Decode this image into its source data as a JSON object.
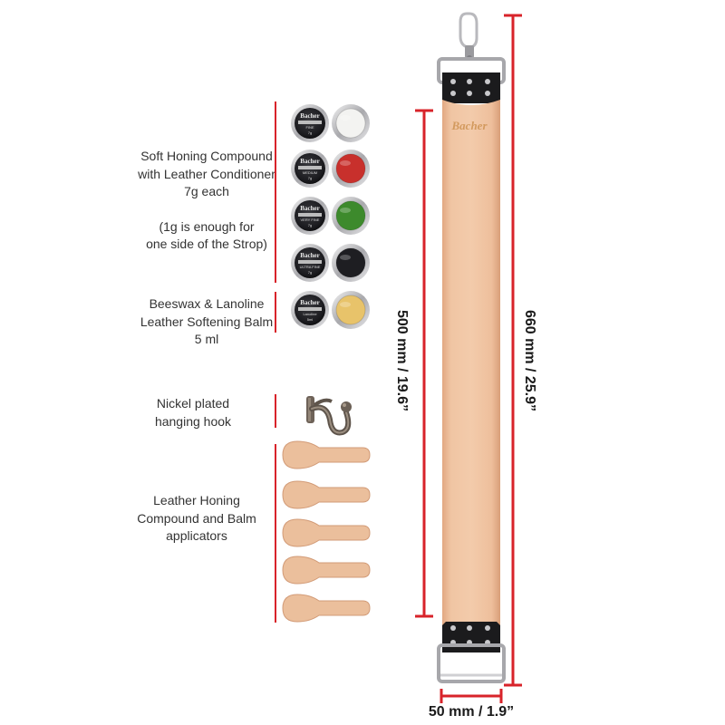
{
  "labels": {
    "compound": [
      "Soft Honing Compound",
      "with Leather Conditioner",
      "7g each",
      "",
      "(1g is enough for",
      "one side of the Strop)"
    ],
    "balm": [
      "Beeswax & Lanoline",
      "Leather Softening Balm",
      "5 ml"
    ],
    "hook": [
      "Nickel plated",
      "hanging  hook"
    ],
    "applicators": [
      "Leather Honing",
      "Compound and Balm",
      "applicators"
    ]
  },
  "dimensions": {
    "leather_length": "500 mm / 19.6”",
    "total_length": "660 mm / 25.9”",
    "width": "50 mm / 1.9”"
  },
  "brand": "Bacher",
  "jars": [
    {
      "grade": "FINE",
      "weight": "7g",
      "color": "#f3f3f1"
    },
    {
      "grade": "MEDIUM",
      "weight": "7g",
      "color": "#c8302c"
    },
    {
      "grade": "VERY FINE",
      "weight": "7g",
      "color": "#3d8a2c"
    },
    {
      "grade": "ULTRA FINE",
      "weight": "7g",
      "color": "#1e1e22"
    },
    {
      "grade": "Lanoline",
      "weight": "5ml",
      "color": "#e8c36a"
    }
  ],
  "colors": {
    "accent_red": "#d8232a",
    "leather": "#eec3a0",
    "leather_edge": "#d9a37e"
  }
}
